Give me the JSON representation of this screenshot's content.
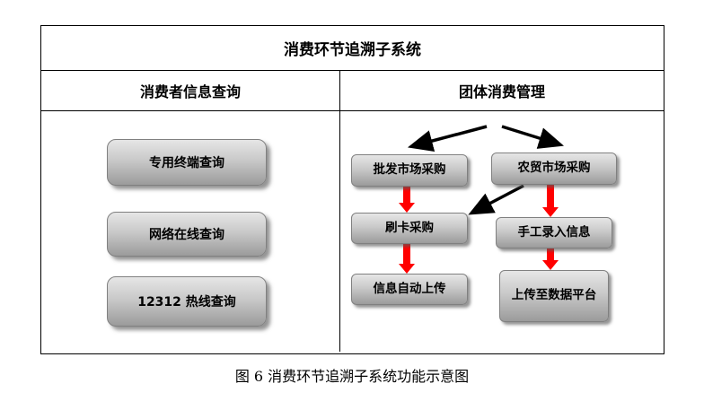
{
  "title": "消费环节追溯子系统",
  "left": {
    "header": "消费者信息查询",
    "items": [
      "专用终端查询",
      "网络在线查询",
      "12312 热线查询"
    ]
  },
  "right": {
    "header": "团体消费管理",
    "nodes": {
      "wholesale": "批发市场采购",
      "farmers": "农贸市场采购",
      "card": "刷卡采购",
      "manual": "手工录入信息",
      "auto_upload": "信息自动上传",
      "upload_platform": "上传至数据平台"
    }
  },
  "caption": "图 6  消费环节追溯子系统功能示意图",
  "colors": {
    "arrow_red": "#ff0000",
    "arrow_black": "#000000",
    "box_fill_top": "#e6e6e6",
    "box_fill_bottom": "#9b9b9b",
    "border": "#000000"
  }
}
